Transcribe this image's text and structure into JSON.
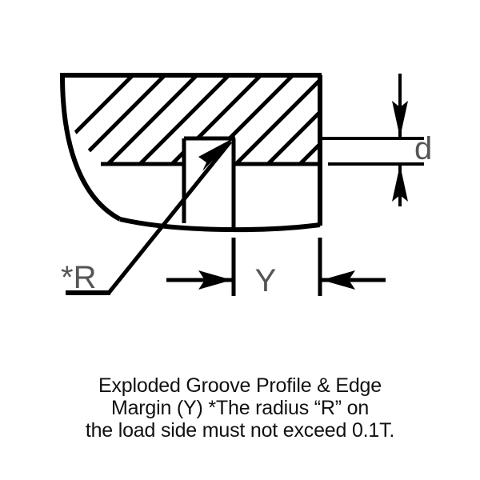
{
  "figure": {
    "title_caption_lines": [
      "Exploded Groove Profile & Edge",
      "Margin (Y) *The radius “R” on",
      "the load side must not exceed 0.1T."
    ],
    "background_color": "#ffffff",
    "line_color": "#000000",
    "label_color": "#555555"
  },
  "labels": {
    "depth_label": "d",
    "edge_margin_label": "Y",
    "radius_label": "*R"
  },
  "dimensions": {
    "depth": {
      "name": "d",
      "description": "groove depth dimension, vertical, right side",
      "orientation": "vertical"
    },
    "edge_margin": {
      "name": "Y",
      "description": "edge margin dimension, horizontal, below part",
      "orientation": "horizontal"
    },
    "radius": {
      "name": "*R",
      "description": "radius callout on load side, leader arrow to groove corner",
      "orientation": "leader"
    }
  }
}
